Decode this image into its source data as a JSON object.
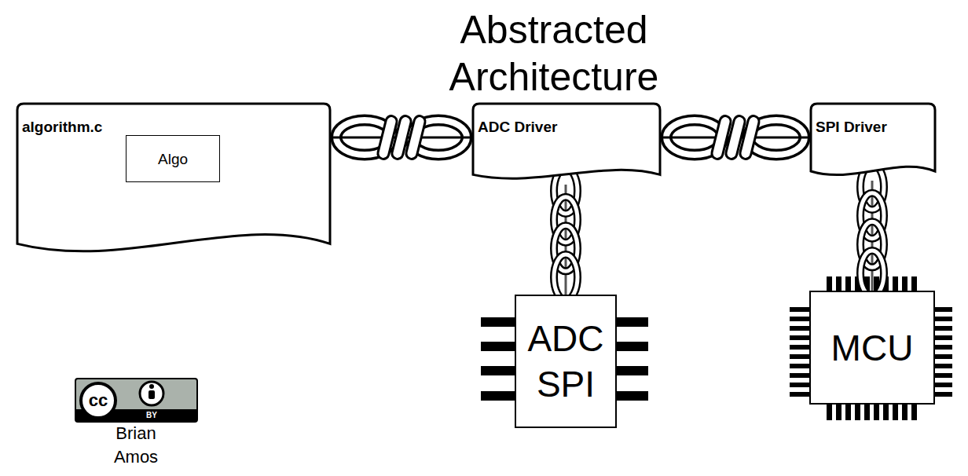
{
  "diagram": {
    "title": "Abstracted Architecture",
    "nodes": [
      {
        "text": [
          "algorithm.c"
        ]
      },
      {
        "text": [
          "Algo"
        ],
        "in": 0
      },
      {
        "text": [
          "ADC Driver"
        ]
      },
      {
        "text": [
          "SPI Driver"
        ]
      },
      {
        "text": [
          "ADC SPI"
        ]
      },
      {
        "text": [
          "MCU"
        ]
      }
    ],
    "edges": [
      {
        "from": 0,
        "to": 2,
        "arrow": "none"
      },
      {
        "from": 2,
        "to": 3,
        "arrow": "none"
      },
      {
        "from": 2,
        "to": 4,
        "arrow": "none"
      },
      {
        "from": 3,
        "to": 5,
        "arrow": "none"
      }
    ],
    "labels": [
      "cc",
      "BY",
      "Brian Amos"
    ]
  }
}
